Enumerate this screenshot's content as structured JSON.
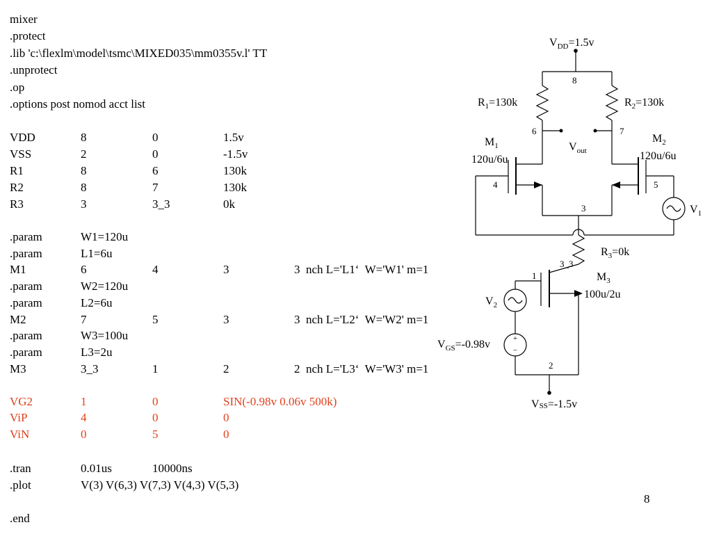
{
  "netlist": {
    "header": [
      "mixer",
      ".protect",
      ".lib 'c:\\flexlm\\model\\tsmc\\MIXED035\\mm0355v.l' TT",
      ".unprotect",
      ".op",
      ".options post nomod acct list"
    ],
    "sources": [
      [
        "VDD",
        "8",
        "0",
        "1.5v"
      ],
      [
        "VSS",
        "2",
        "0",
        "-1.5v"
      ],
      [
        "R1",
        "8",
        "6",
        "130k"
      ],
      [
        "R2",
        "8",
        "7",
        "130k"
      ],
      [
        "R3",
        "3",
        "3_3",
        "0k"
      ]
    ],
    "devices": [
      [
        ".param",
        "W1=120u"
      ],
      [
        ".param",
        "L1=6u"
      ],
      [
        "M1",
        "6",
        "4",
        "3",
        "3  nch L='L1‘  W='W1' m=1"
      ],
      [
        ".param",
        "W2=120u"
      ],
      [
        ".param",
        "L2=6u"
      ],
      [
        "M2",
        "7",
        "5",
        "3",
        "3  nch L='L2‘  W='W2' m=1"
      ],
      [
        ".param",
        "W3=100u"
      ],
      [
        ".param",
        "L3=2u"
      ],
      [
        "M3",
        "3_3",
        "1",
        "2",
        "2  nch L='L3‘  W='W3' m=1"
      ]
    ],
    "stimuli": [
      [
        "VG2",
        "1",
        "0",
        "SIN(-0.98v 0.06v 500k)"
      ],
      [
        "ViP",
        "4",
        "0",
        "0"
      ],
      [
        "ViN",
        "0",
        "5",
        "0"
      ]
    ],
    "analysis": [
      [
        ".tran",
        "0.01us",
        "10000ns"
      ],
      [
        ".plot",
        "V(3) V(6,3) V(7,3) V(4,3) V(5,3)"
      ]
    ],
    "end": ".end"
  },
  "page_number": "8",
  "schematic": {
    "vdd": {
      "name": "V",
      "sub": "DD",
      "value": "=1.5v"
    },
    "vss": {
      "name": "V",
      "sub": "SS",
      "value": "=-1.5v"
    },
    "r1": {
      "name": "R",
      "sub": "1",
      "value": "=130k"
    },
    "r2": {
      "name": "R",
      "sub": "2",
      "value": "=130k"
    },
    "r3": {
      "name": "R",
      "sub": "3",
      "value": "=0k"
    },
    "m1": {
      "name": "M",
      "sub": "1",
      "size": "120u/6u"
    },
    "m2": {
      "name": "M",
      "sub": "2",
      "size": "120u/6u"
    },
    "m3": {
      "name": "M",
      "sub": "3",
      "size": "100u/2u"
    },
    "vout": {
      "name": "V",
      "sub": "out"
    },
    "v1": {
      "name": "V",
      "sub": "1"
    },
    "v2": {
      "name": "V",
      "sub": "2"
    },
    "vgs": {
      "name": "V",
      "sub": "GS",
      "value": "=-0.98v"
    },
    "vgs_polarity": {
      "plus": "+",
      "minus": "−"
    },
    "nodes": {
      "n8": "8",
      "n6": "6",
      "n7": "7",
      "n4": "4",
      "n5": "5",
      "n3": "3",
      "n3_3": "3_3",
      "n1": "1",
      "n2": "2"
    }
  }
}
